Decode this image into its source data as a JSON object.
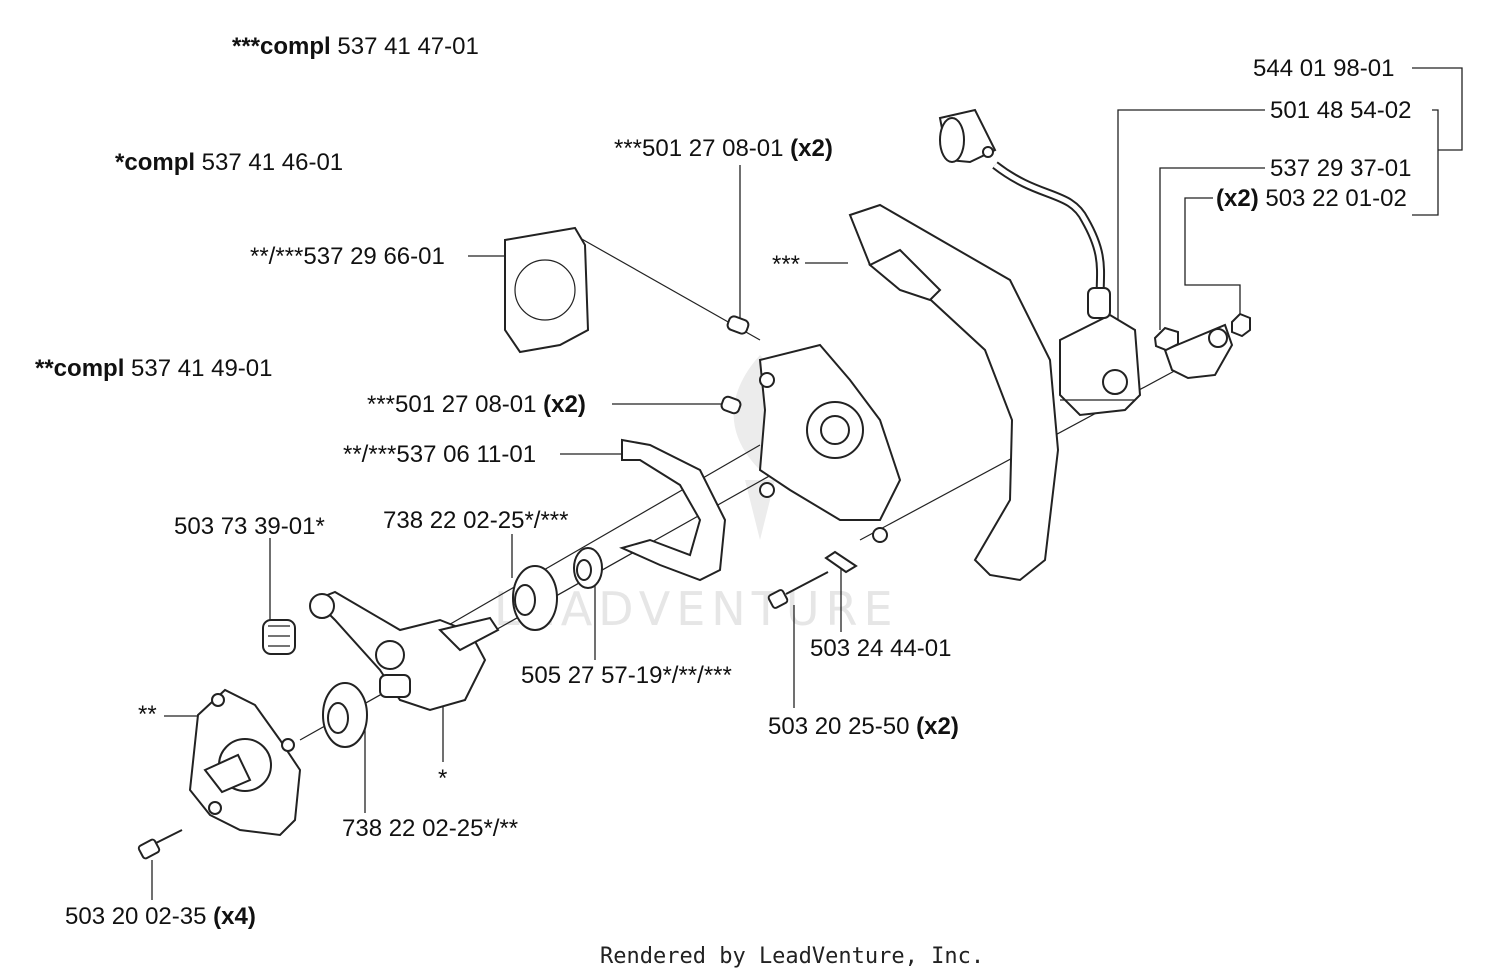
{
  "labels": {
    "compl3": {
      "pre": "***compl",
      "num": " 537 41 47-01"
    },
    "compl1": {
      "pre": "*compl",
      "num": " 537 41 46-01"
    },
    "compl2": {
      "pre": "**compl",
      "num": " 537 41 49-01"
    },
    "p1": "544 01 98-01",
    "p2": "501 48 54-02",
    "p3": "537 29 37-01",
    "p4": {
      "qty": "(x2)",
      "num": " 503 22 01-02"
    },
    "p5": {
      "num": "***501 27 08-01 ",
      "qty": "(x2)"
    },
    "p6": "**/***537 29 66-01",
    "p7": "***",
    "p8": {
      "num": "***501 27 08-01 ",
      "qty": "(x2)"
    },
    "p9": "**/***537 06 11-01",
    "p10": "503 73 39-01*",
    "p11": "738 22 02-25*/***",
    "p12": "503 24 44-01",
    "p13": "505 27 57-19*/**/***",
    "p14": {
      "num": "503 20 25-50 ",
      "qty": "(x2)"
    },
    "p15": "**",
    "p16": "*",
    "p17": "738 22 02-25*/**",
    "p18": {
      "num": "503 20 02-35 ",
      "qty": "(x4)"
    }
  },
  "watermark": "LEADVENTURE",
  "footer": "Rendered by LeadVenture, Inc."
}
